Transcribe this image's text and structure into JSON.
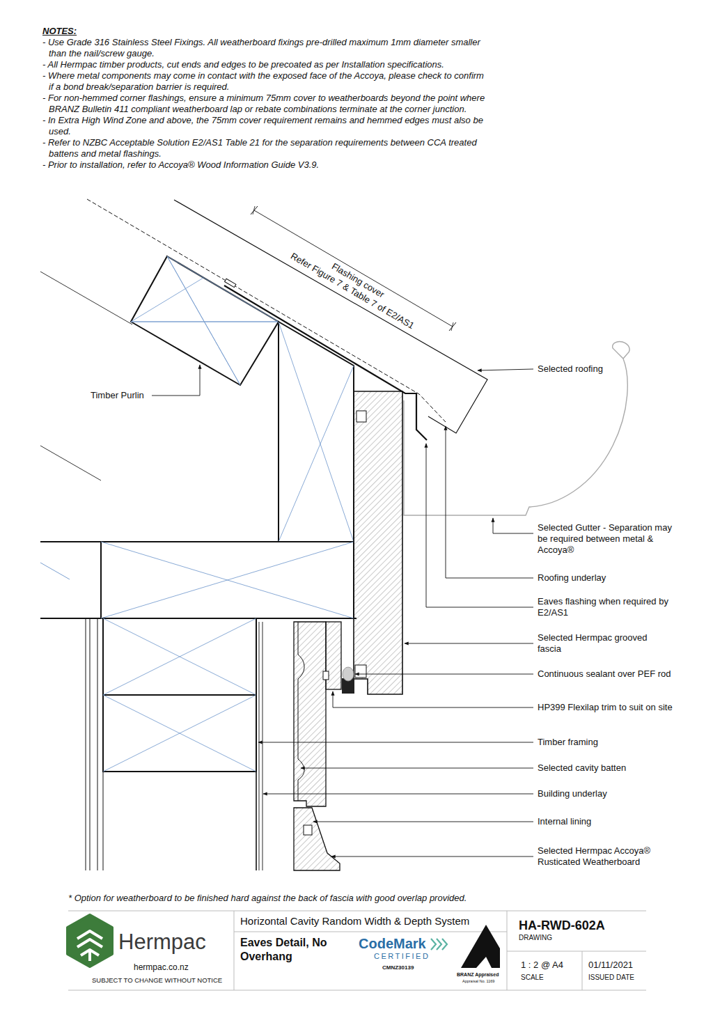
{
  "diagram": {
    "labels": [
      "NOTES:",
      "- Use Grade 316 Stainless Steel Fixings. All weatherboard fixings pre-drilled maximum 1mm diameter smaller than the nail/screw gauge.",
      "- All Hermpac timber products, cut ends and edges to be precoated as per Installation specifications.",
      "- Where metal components may come in contact with the exposed face of the Accoya, please check to confirm if a bond break/separation barrier is required.",
      "- For non-hemmed corner flashings, ensure a minimum 75mm cover to weatherboards beyond the point where BRANZ Bulletin 411 compliant weatherboard lap or rebate combinations terminate at the corner junction.",
      "- In Extra High Wind Zone and above, the 75mm cover requirement remains and hemmed edges must also be used.",
      "- Refer to NZBC Acceptable Solution E2/AS1 Table 21 for the separation requirements between CCA treated battens and metal flashings.",
      "- Prior to installation, refer to Accoya® Wood Information Guide V3.9.",
      "Flashing cover",
      "Refer Figure 7 & Table 7 of E2/AS1",
      "Timber Purlin",
      "Selected roofing",
      "Selected Gutter - Separation may be required between metal & Accoya®",
      "Roofing underlay",
      "Eaves flashing when required by E2/AS1",
      "Selected Hermpac grooved fascia",
      "Continuous sealant over PEF rod",
      "HP399 Flexilap trim to suit on site",
      "Timber framing",
      "Selected cavity batten",
      "Building underlay",
      "Internal lining",
      "Selected Hermpac Accoya® Rusticated Weatherboard",
      "* Option for weatherboard to be finished hard against the back of fascia with good overlap provided.",
      "Hermpac",
      "hermpac.co.nz",
      "SUBJECT TO CHANGE WITHOUT NOTICE",
      "Horizontal Cavity Random Width & Depth System",
      "Eaves Detail, No Overhang",
      "CodeMark",
      "CERTIFIED",
      "CMNZ30139",
      "BRANZ Appraised",
      "Appraisal No. 1169",
      "HA-RWD-602A",
      "DRAWING",
      "1 : 2 @ A4",
      "SCALE",
      "01/11/2021",
      "ISSUED DATE"
    ]
  }
}
